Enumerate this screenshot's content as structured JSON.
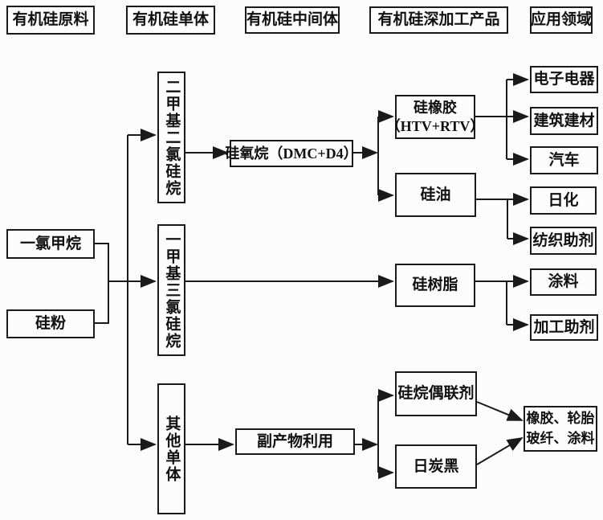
{
  "diagram_type": "flowchart",
  "topic": "organosilicon industry chain",
  "colors": {
    "line": "#1a1a1a",
    "background": "#fcfcfc",
    "text": "#111111"
  },
  "nodes": {
    "header_raw_material": "有机硅原料",
    "header_monomer": "有机硅单体",
    "header_intermediate": "有机硅中间体",
    "header_deep_processed": "有机硅深加工产品",
    "header_application": "应用领域",
    "methyl_chloride": "一氯甲烷",
    "silicon_powder": "硅粉",
    "dimethyldichlorosilane": "二甲基二氯硅烷",
    "methyltrichlorosilane": "一甲基三氯硅烷",
    "other_monomers": "其他单体",
    "siloxane": "硅氧烷（DMC+D4）",
    "byproduct_utilization": "副产物利用",
    "silicone_rubber_line1": "硅橡胶",
    "silicone_rubber_line2": "（HTV+RTV）",
    "silicone_oil": "硅油",
    "silicone_resin": "硅树脂",
    "silane_coupling_agent": "硅烷偶联剂",
    "carbon_black": "日炭黑",
    "electronics": "电子电器",
    "construction": "建筑建材",
    "automobile": "汽车",
    "daily_chemicals": "日化",
    "textile_auxiliaries": "纺织助剂",
    "coatings": "涂料",
    "processing_aids": "加工助剂",
    "rubber_tire_line1": "橡胶、轮胎",
    "rubber_tire_line2": "玻纤、涂料"
  }
}
